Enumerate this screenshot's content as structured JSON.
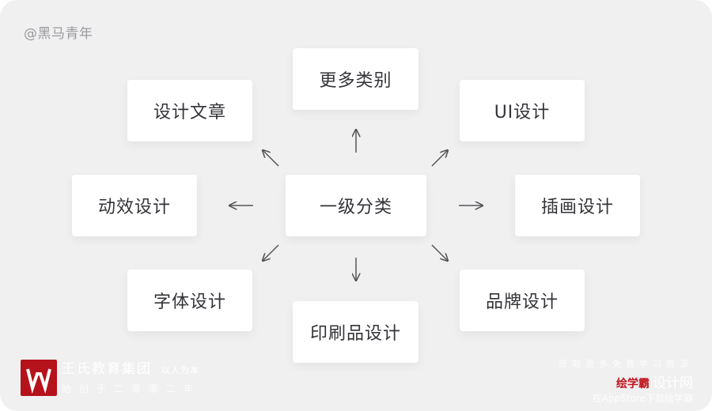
{
  "credit": "@黑马青年",
  "center_node": "一级分类",
  "nodes": {
    "top": "更多类别",
    "top_left": "设计文章",
    "top_right": "UI设计",
    "left": "动效设计",
    "right": "插画设计",
    "bottom_left": "字体设计",
    "bottom": "印刷品设计",
    "bottom_right": "品牌设计"
  },
  "logo_left": {
    "org_name": "王氏教育集团",
    "tagline": "以人为本",
    "sub_line": "始创于二零零二年"
  },
  "logo_right": {
    "top_line": "获取更多免费学习资源",
    "brand": "绘学霸",
    "site_name": "设计网",
    "bottom_line": "在AppStore下载绘学霸"
  },
  "colors": {
    "background": "#f0f0f1",
    "node_fill": "#ffffff",
    "arrow": "#555559",
    "logo_red": "#b5121b"
  }
}
